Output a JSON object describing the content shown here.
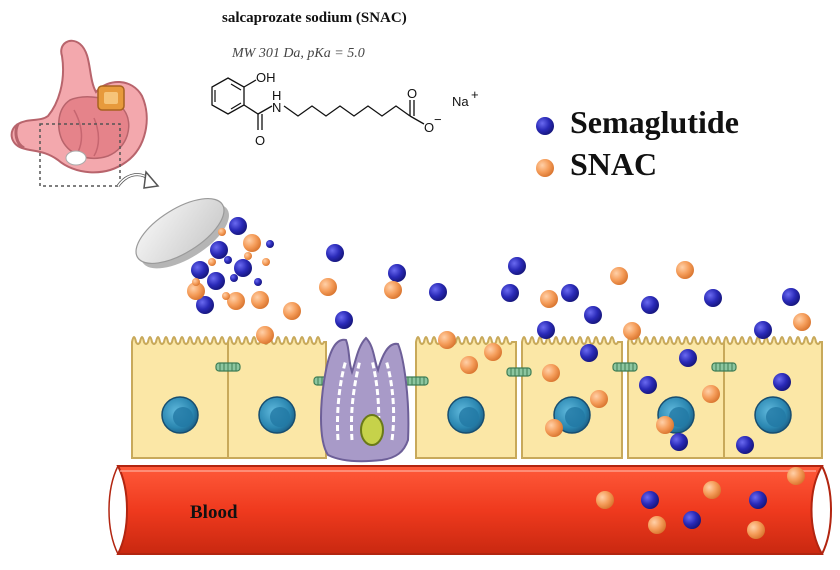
{
  "header": {
    "title": "salcaprozate sodium (SNAC)",
    "subtitle": "MW 301 Da, pKa = 5.0"
  },
  "molecule": {
    "label_oh": "OH",
    "label_h": "H",
    "label_n": "N",
    "label_o_carbonyl": "O",
    "label_o_acid": "O",
    "label_o_minus": "O",
    "charge_minus": "−",
    "label_na": "Na",
    "charge_plus": "+"
  },
  "legend": {
    "items": [
      {
        "label": "Semaglutide",
        "color": "#2a2ab8"
      },
      {
        "label": "SNAC",
        "color": "#f09a55"
      }
    ]
  },
  "blood": {
    "label": "Blood",
    "color": "#ef3a1e"
  },
  "colors": {
    "cell_fill": "#fbe7a6",
    "cell_stroke": "#c8a95a",
    "nucleus_fill": "#2a86b0",
    "goblet_fill": "#a89ac8"
  }
}
